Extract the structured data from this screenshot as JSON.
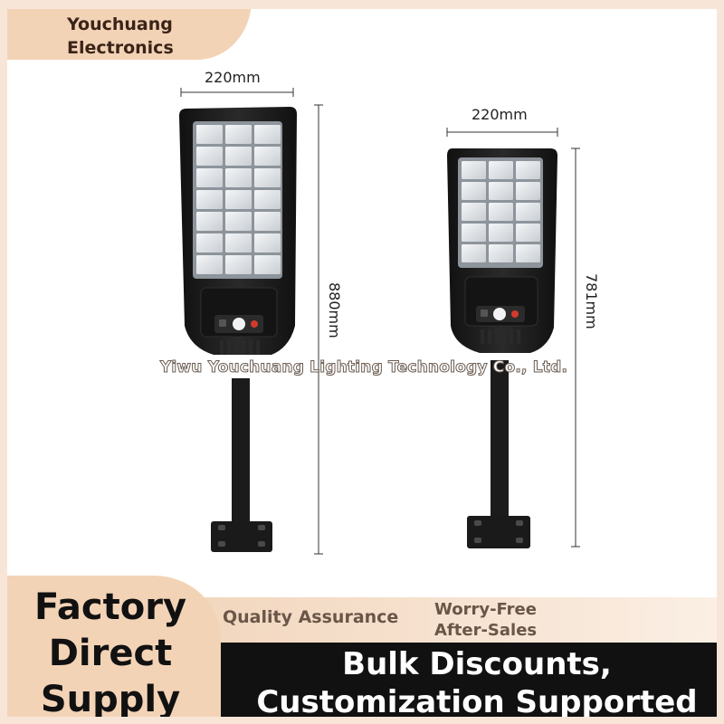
{
  "brand": {
    "line1": "Youchuang",
    "line2": "Electronics"
  },
  "left_light": {
    "width_label": "220mm",
    "height_label": "880mm"
  },
  "right_light": {
    "width_label": "220mm",
    "height_label": "781mm"
  },
  "watermark": "Yiwu Youchuang Lighting Technology Co., Ltd.",
  "badges": {
    "factory_line1": "Factory",
    "factory_line2": "Direct",
    "factory_line3": "Supply",
    "quality": "Quality Assurance",
    "worry_line1": "Worry-Free",
    "worry_line2": "After-Sales",
    "bulk_line1": "Bulk Discounts,",
    "bulk_line2": "Customization Supported"
  },
  "colors": {
    "peach": "#f3d3b6",
    "dark_bar": "#111111",
    "housing": "#1c1c1c"
  }
}
